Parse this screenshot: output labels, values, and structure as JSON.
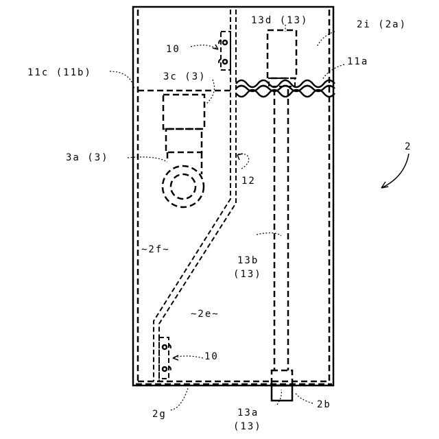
{
  "labels": {
    "l_13d": "13d (13)",
    "l_2i": "2i (2a)",
    "l_10_top": "10",
    "l_11a": "11a",
    "l_11c": "11c (11b)",
    "l_3c": "3c (3)",
    "l_2": "2",
    "l_3a": "3a (3)",
    "l_12": "12",
    "l_2f": "~2f~",
    "l_13b_1": "13b",
    "l_13b_2": "(13)",
    "l_2e": "~2e~",
    "l_10_bottom": "10",
    "l_2g": "2g",
    "l_13a_1": "13a",
    "l_13a_2": "(13)",
    "l_2b": "2b"
  }
}
